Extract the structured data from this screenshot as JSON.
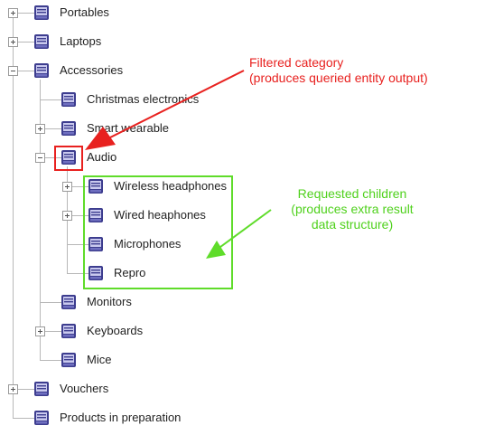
{
  "tree": {
    "items": [
      {
        "label": "Portables",
        "level": 0,
        "toggle": "plus"
      },
      {
        "label": "Laptops",
        "level": 0,
        "toggle": "plus"
      },
      {
        "label": "Accessories",
        "level": 0,
        "toggle": "minus"
      },
      {
        "label": "Christmas electronics",
        "level": 1,
        "toggle": "none"
      },
      {
        "label": "Smart wearable",
        "level": 1,
        "toggle": "plus"
      },
      {
        "label": "Audio",
        "level": 1,
        "toggle": "minus"
      },
      {
        "label": "Wireless headphones",
        "level": 2,
        "toggle": "plus"
      },
      {
        "label": "Wired heaphones",
        "level": 2,
        "toggle": "plus"
      },
      {
        "label": "Microphones",
        "level": 2,
        "toggle": "none"
      },
      {
        "label": "Repro",
        "level": 2,
        "toggle": "none"
      },
      {
        "label": "Monitors",
        "level": 1,
        "toggle": "none"
      },
      {
        "label": "Keyboards",
        "level": 1,
        "toggle": "plus"
      },
      {
        "label": "Mice",
        "level": 1,
        "toggle": "none"
      },
      {
        "label": "Vouchers",
        "level": 0,
        "toggle": "plus"
      },
      {
        "label": "Products in preparation",
        "level": 0,
        "toggle": "none"
      }
    ],
    "icon": "category-folder-icon"
  },
  "annotations": {
    "filtered": {
      "line1": "Filtered category",
      "line2": "(produces queried entity output)",
      "color": "#e8211f"
    },
    "children": {
      "line1": "Requested children",
      "line2": "(produces extra result",
      "line3": "data structure)",
      "color": "#4fd11c"
    }
  },
  "colors": {
    "icon_dark": "#3d3d8f",
    "icon_mid": "#6f6fc0",
    "icon_light": "#c9c9ee"
  }
}
